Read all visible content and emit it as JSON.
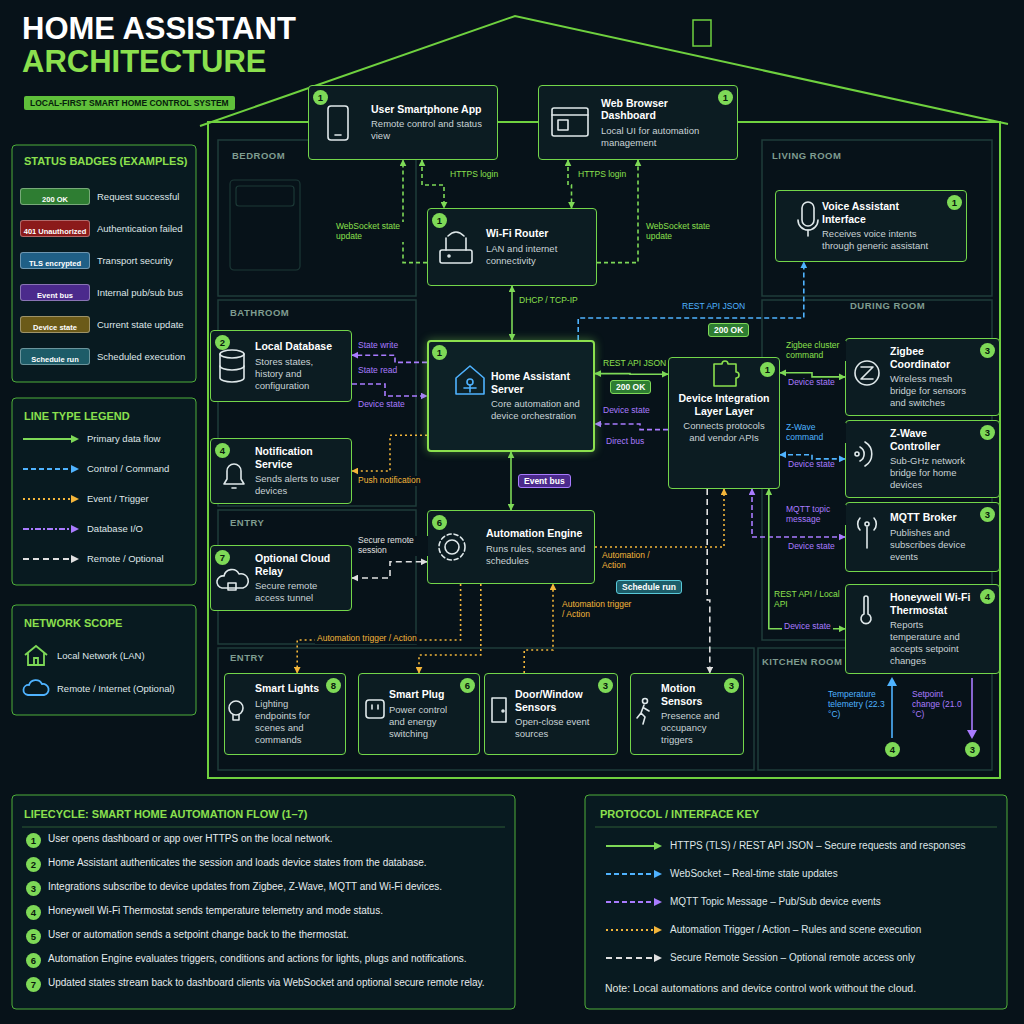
{
  "diagram": {
    "title": "HOME ASSISTANT ARCHITECTURE",
    "caption": "LOCAL-FIRST SMART HOME CONTROL SYSTEM",
    "nodes": [
      {
        "text": [
          "User Smartphone App",
          "Remote control and status view"
        ]
      },
      {
        "text": [
          "Web Browser Dashboard",
          "Local UI for automation management"
        ]
      },
      {
        "text": [
          "Wi-Fi Router",
          "LAN and internet connectivity"
        ]
      },
      {
        "text": [
          "Voice Assistant Interface",
          "Receives voice intents through generic assistant"
        ]
      },
      {
        "text": [
          "Local Database",
          "Stores states, history and configuration"
        ]
      },
      {
        "text": [
          "Home Assistant Server",
          "Core automation and device orchestration"
        ]
      },
      {
        "text": [
          "Device Integration Layer Layer",
          "Connects protocols and vendor APIs"
        ]
      },
      {
        "text": [
          "Zigbee Coordinator",
          "Wireless mesh bridge for sensors and switches"
        ]
      },
      {
        "text": [
          "Notification Service",
          "Sends alerts to user devices"
        ]
      },
      {
        "text": [
          "Z-Wave Controller",
          "Sub-GHz network bridge for home devices"
        ]
      },
      {
        "text": [
          "Automation Engine",
          "Runs rules, scenes and schedules"
        ]
      },
      {
        "text": [
          "MQTT Broker",
          "Publishes and subscribes device events"
        ]
      },
      {
        "text": [
          "Optional Cloud Relay",
          "Secure remote access tunnel"
        ]
      },
      {
        "text": [
          "Honeywell Wi-Fi Thermostat",
          "Reports temperature and accepts setpoint changes"
        ]
      },
      {
        "text": [
          "Smart Lights",
          "Lighting endpoints for scenes and commands"
        ]
      },
      {
        "text": [
          "Smart Plug",
          "Power control and energy switching"
        ]
      },
      {
        "text": [
          "Door/Window Sensors",
          "Open-close event sources"
        ]
      },
      {
        "text": [
          "Motion Sensors",
          "Presence and occupancy triggers"
        ]
      }
    ],
    "edges": [
      {
        "from": 0,
        "to": 2,
        "label": "HTTPS login",
        "arrow": "both"
      },
      {
        "from": 1,
        "to": 2,
        "label": "HTTPS login",
        "arrow": "both"
      },
      {
        "from": 2,
        "to": 0,
        "label": "WebSocket state update",
        "arrow": "to"
      },
      {
        "from": 2,
        "to": 1,
        "label": "WebSocket state update",
        "arrow": "to"
      },
      {
        "from": 2,
        "to": 5,
        "label": "DHCP / TCP-IP",
        "arrow": "both"
      },
      {
        "from": 5,
        "to": 3,
        "label": "REST API JSON",
        "arrow": "to"
      },
      {
        "from": 5,
        "to": 4,
        "label": "State write",
        "arrow": "to"
      },
      {
        "from": 4,
        "to": 5,
        "label": "State read",
        "arrow": "to"
      },
      {
        "from": 5,
        "to": 6,
        "label": "REST API JSON",
        "arrow": "both"
      },
      {
        "from": 6,
        "to": 5,
        "label": "Device state",
        "arrow": "to"
      },
      {
        "from": 5,
        "to": 8,
        "label": "Push notification",
        "arrow": "to"
      },
      {
        "from": 5,
        "to": 10,
        "label": "Event bus",
        "arrow": "both"
      },
      {
        "from": 12,
        "to": 10,
        "label": "Secure remote session",
        "arrow": "both"
      },
      {
        "from": 10,
        "to": 6,
        "label": "Automation / Action",
        "arrow": "to"
      },
      {
        "from": 10,
        "to": 14,
        "label": "Automation trigger / Action",
        "arrow": "to"
      },
      {
        "from": 10,
        "to": 15,
        "arrow": "to"
      },
      {
        "from": 16,
        "to": 10,
        "label": "Automation trigger / Action",
        "arrow": "to"
      },
      {
        "from": 6,
        "to": 17,
        "arrow": "to"
      },
      {
        "from": 6,
        "to": 7,
        "label": "Zigbee cluster command",
        "arrow": "both"
      },
      {
        "from": 6,
        "to": 9,
        "label": "Z-Wave command",
        "arrow": "both"
      },
      {
        "from": 6,
        "to": 11,
        "label": "MQTT topic message",
        "arrow": "both"
      },
      {
        "from": 6,
        "to": 13,
        "label": "REST API / Local API",
        "arrow": "both"
      }
    ],
    "labels": [
      "BEDROOM",
      "LIVING ROOM",
      "BATHROOM",
      "DURING ROOM",
      "ENTRY",
      "ENTRY",
      "KITCHEN ROOM",
      "1",
      "1",
      "1",
      "1",
      "2",
      "1",
      "1",
      "3",
      "4",
      "3",
      "6",
      "3",
      "7",
      "4",
      "8",
      "6",
      "3",
      "3",
      "STATUS BADGES (EXAMPLES)",
      "200 OK",
      "401 Unauthorized",
      "TLS encrypted",
      "Event bus",
      "Device state",
      "Schedule run",
      "LINE TYPE LEGEND",
      "NETWORK SCOPE",
      "200 OK",
      "Device state",
      "200 OK",
      "Direct bus",
      "Device state",
      "Device state",
      "Device state",
      "Device state",
      "Schedule run",
      "Temperature telemetry (22.3 °C)",
      "4",
      "Setpoint change (21.0 °C)",
      "3",
      "LIFECYCLE: SMART HOME AUTOMATION FLOW (1–7)",
      "1",
      "User opens dashboard or app over HTTPS on the local network.",
      "2",
      "Home Assistant authenticates the session and loads device states from the database.",
      "3",
      "Integrations subscribe to device updates from Zigbee, Z-Wave, MQTT and Wi-Fi devices.",
      "4",
      "Honeywell Wi-Fi Thermostat sends temperature telemetry and mode status.",
      "5",
      "User or automation sends a setpoint change back to the thermostat.",
      "6",
      "Automation Engine evaluates triggers, conditions and actions for lights, plugs and notifications.",
      "7",
      "Updated states stream back to dashboard clients via WebSocket and optional secure remote relay.",
      "PROTOCOL / INTERFACE KEY",
      "Note: Local automations and device control work without the cloud."
    ],
    "legend": [
      {
        "text": "Request successful",
        "color": "#2e7d32"
      },
      {
        "text": "Authentication failed",
        "color": "#8b1a1a"
      },
      {
        "text": "Transport security",
        "color": "#1f5f86"
      },
      {
        "text": "Internal pub/sub bus",
        "color": "#4b2a8c"
      },
      {
        "text": "Current state update",
        "color": "#6b5a18"
      },
      {
        "text": "Scheduled execution",
        "color": "#1d5c68"
      },
      {
        "text": "Primary data flow"
      },
      {
        "text": "Control / Command"
      },
      {
        "text": "Event / Trigger"
      },
      {
        "text": "Database I/O"
      },
      {
        "text": "Remote / Optional"
      },
      {
        "text": "Local Network (LAN)"
      },
      {
        "text": "Remote / Internet (Optional)"
      },
      {
        "text": "HTTPS (TLS) / REST API JSON – Secure requests and responses"
      },
      {
        "text": "WebSocket – Real-time state updates"
      },
      {
        "text": "MQTT Topic Message – Pub/Sub device events"
      },
      {
        "text": "Automation Trigger / Action – Rules and scene execution"
      },
      {
        "text": "Secure Remote Session – Optional remote access only"
      }
    ]
  }
}
